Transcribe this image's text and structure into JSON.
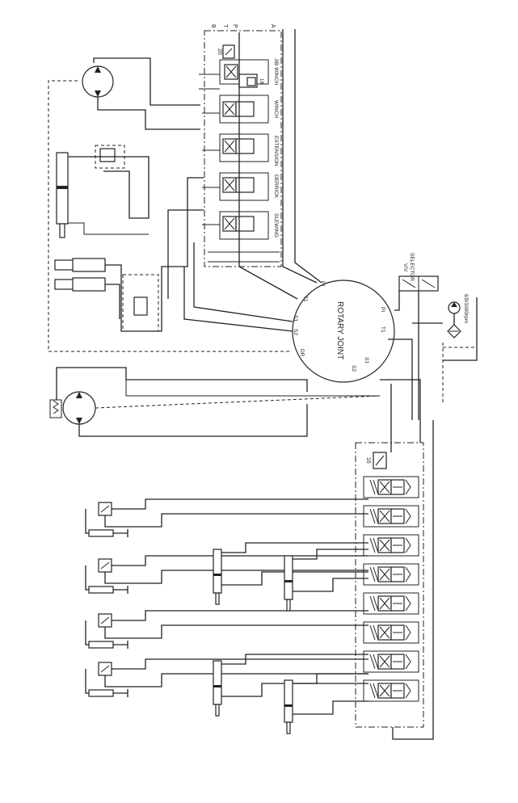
{
  "labels": {
    "rotary_joint": "ROTARY JOINT",
    "selector": "SELECTOR",
    "selector_sub": "V/V",
    "pump": "63l/1000rpm",
    "relief_top": "20",
    "relief_18": "18",
    "relief_bottom": "16",
    "port_b": "B",
    "port_t": "T",
    "port_p": "P",
    "port_a": "A"
  },
  "upper_bank": [
    {
      "label": "JIB WINCH"
    },
    {
      "label": "WINCH"
    },
    {
      "label": "EXTENSION"
    },
    {
      "label": "DERRICK"
    },
    {
      "label": "SLEWING"
    }
  ],
  "rotary_ports": [
    {
      "label": "PI"
    },
    {
      "label": "T1"
    },
    {
      "label": "S1"
    },
    {
      "label": "S2"
    },
    {
      "label": "DR"
    },
    {
      "label": "PI"
    },
    {
      "label": "T1"
    },
    {
      "label": "S1"
    },
    {
      "label": "S2"
    }
  ],
  "lower_bank_count": 8,
  "colors": {
    "ink": "#222222",
    "paper": "#ffffff"
  }
}
